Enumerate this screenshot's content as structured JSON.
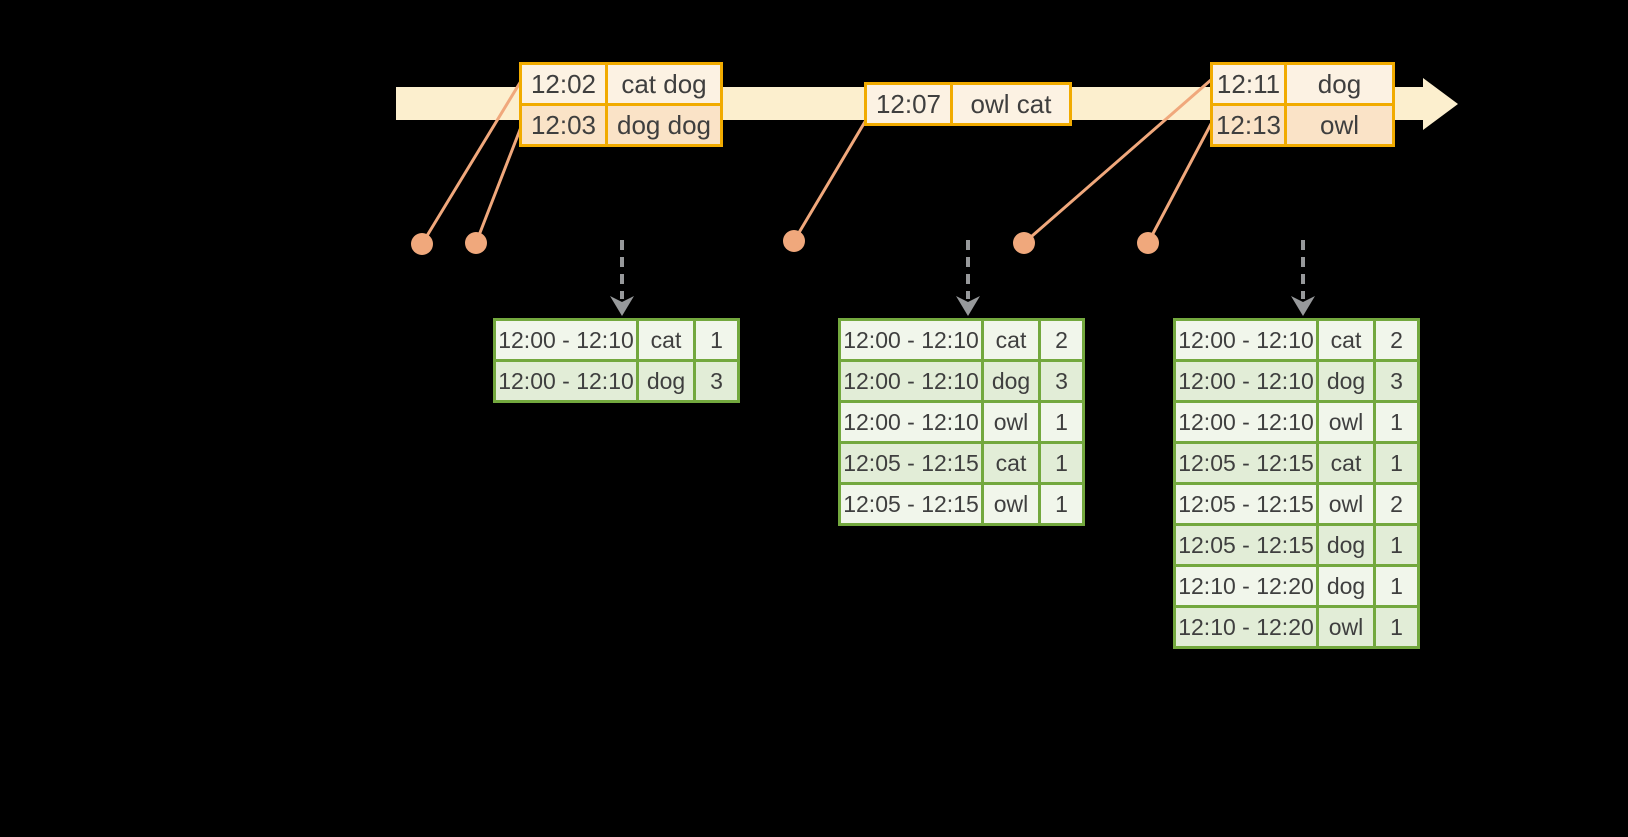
{
  "colors": {
    "canvas_bg": "#000000",
    "timeline_fill": "#FCEFCE",
    "event_border": "#F1AB00",
    "event_row_peach": "#FAE3C7",
    "event_row_cream": "#FCF2E3",
    "result_border": "#73A83E",
    "result_row_tint": "#E2EDD7",
    "result_row_light": "#F1F6EB",
    "connector": "#F0A87C",
    "dashed_arrow": "#97999B",
    "text": "#3F3F3F"
  },
  "icons": {
    "timeline_arrowhead": "right-arrow",
    "event_dot": "filled-circle",
    "trigger_arrow": "dashed-down-arrow"
  },
  "event_tables": [
    {
      "rows": [
        [
          "12:02",
          "cat dog"
        ],
        [
          "12:03",
          "dog dog"
        ]
      ]
    },
    {
      "rows": [
        [
          "12:07",
          "owl cat"
        ]
      ]
    },
    {
      "rows": [
        [
          "12:11",
          "dog"
        ],
        [
          "12:13",
          "owl"
        ]
      ]
    }
  ],
  "result_tables": [
    {
      "rows": [
        [
          "12:00 - 12:10",
          "cat",
          "1"
        ],
        [
          "12:00 - 12:10",
          "dog",
          "3"
        ]
      ]
    },
    {
      "rows": [
        [
          "12:00 - 12:10",
          "cat",
          "2"
        ],
        [
          "12:00 - 12:10",
          "dog",
          "3"
        ],
        [
          "12:00 - 12:10",
          "owl",
          "1"
        ],
        [
          "12:05 - 12:15",
          "cat",
          "1"
        ],
        [
          "12:05 - 12:15",
          "owl",
          "1"
        ]
      ]
    },
    {
      "rows": [
        [
          "12:00 - 12:10",
          "cat",
          "2"
        ],
        [
          "12:00 - 12:10",
          "dog",
          "3"
        ],
        [
          "12:00 - 12:10",
          "owl",
          "1"
        ],
        [
          "12:05 - 12:15",
          "cat",
          "1"
        ],
        [
          "12:05 - 12:15",
          "owl",
          "2"
        ],
        [
          "12:05 - 12:15",
          "dog",
          "1"
        ],
        [
          "12:10 - 12:20",
          "dog",
          "1"
        ],
        [
          "12:10 - 12:20",
          "owl",
          "1"
        ]
      ]
    }
  ]
}
